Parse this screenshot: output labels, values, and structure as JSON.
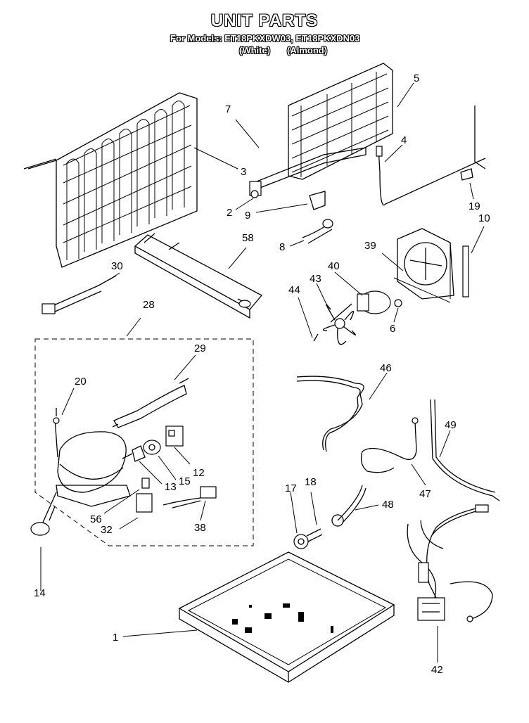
{
  "header": {
    "title": "UNIT PARTS",
    "models_line": "For Models: ET18PKXDW03, ET18PKXDN03",
    "variant_white": "(White)",
    "variant_almond": "(Almond)"
  },
  "callouts": {
    "c1": "1",
    "c2": "2",
    "c3": "3",
    "c4": "4",
    "c5": "5",
    "c6": "6",
    "c7": "7",
    "c8": "8",
    "c9": "9",
    "c10": "10",
    "c12": "12",
    "c13": "13",
    "c14": "14",
    "c15": "15",
    "c17": "17",
    "c18": "18",
    "c19": "19",
    "c20": "20",
    "c28": "28",
    "c29": "29",
    "c30": "30",
    "c32": "32",
    "c38": "38",
    "c39": "39",
    "c40": "40",
    "c42": "42",
    "c43": "43",
    "c44": "44",
    "c46": "46",
    "c47": "47",
    "c48": "48",
    "c49": "49",
    "c56": "56",
    "c58": "58"
  }
}
